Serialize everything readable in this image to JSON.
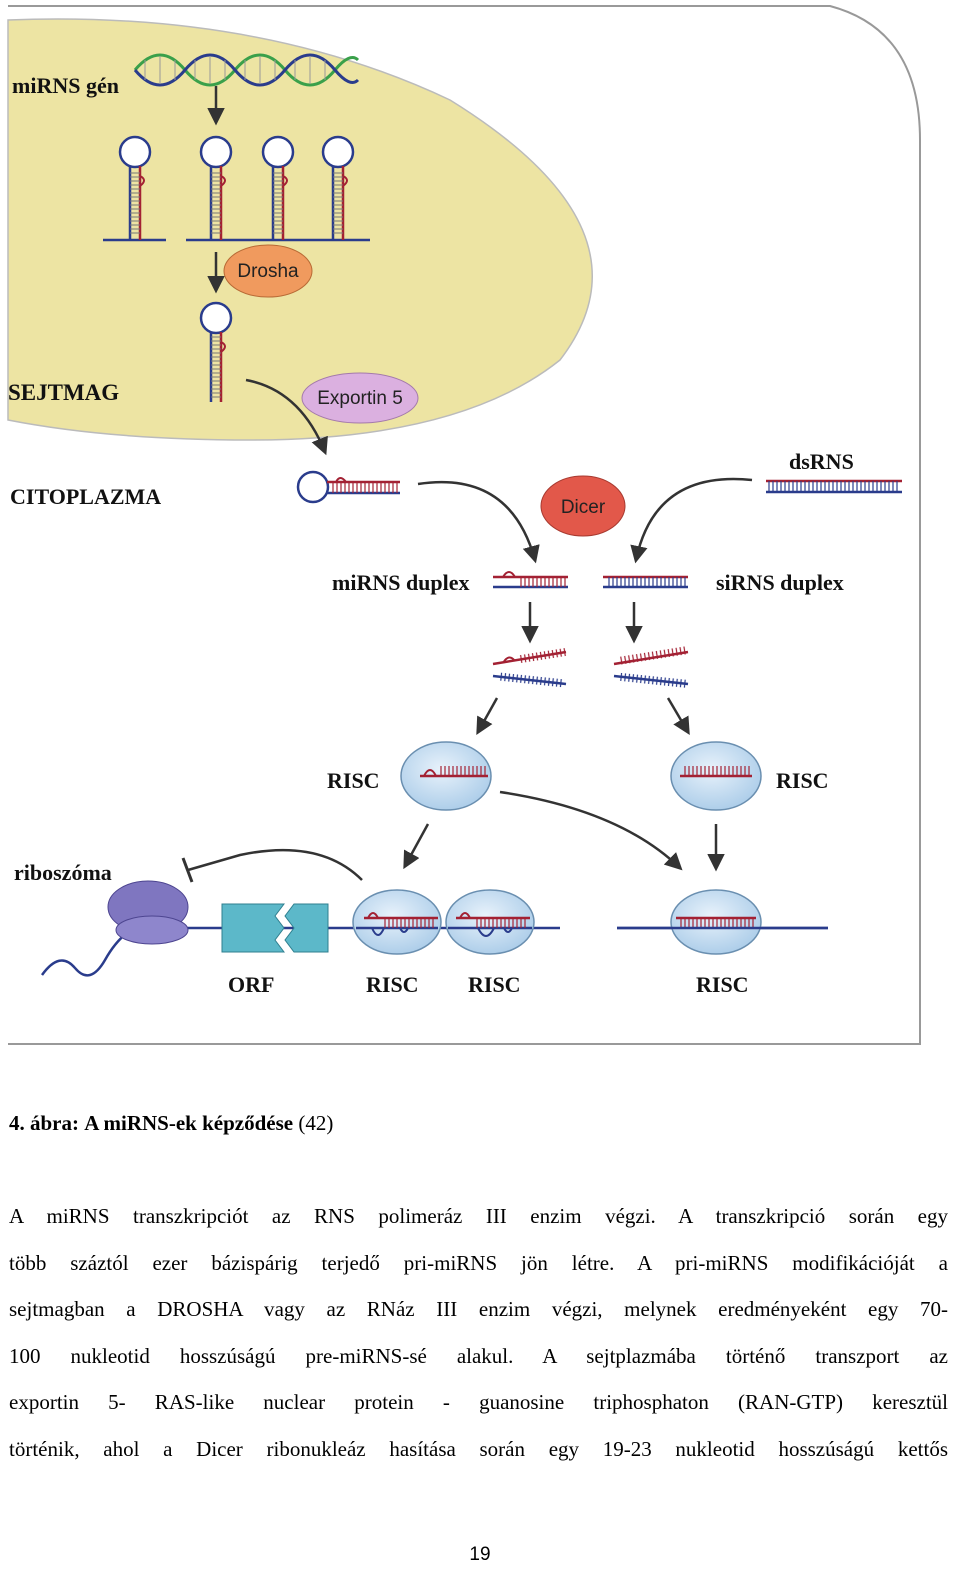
{
  "figure": {
    "labels": {
      "mirns_gen": "miRNS gén",
      "sejtmag": "SEJTMAG",
      "citoplazma": "CITOPLAZMA",
      "drosha": "Drosha",
      "exportin": "Exportin 5",
      "dicer": "Dicer",
      "dsrns": "dsRNS",
      "mirns_duplex": "miRNS duplex",
      "sirns_duplex": "siRNS duplex",
      "risc": "RISC",
      "riboszoma": "riboszóma",
      "orf": "ORF"
    },
    "colors": {
      "nucleus_fill": "#ede4a3",
      "drosha_fill": "#f09a5e",
      "exportin_fill": "#dbb0e0",
      "dicer_fill": "#e2584a",
      "risc_fill": "#c5ddf1",
      "ribosome_fill": "#7f76c0",
      "orf_fill": "#5cb8c9",
      "rna_red": "#a32133",
      "rna_blue": "#2a3c8c"
    }
  },
  "caption": {
    "number": "4. ábra:",
    "title": "A miRNS-ek képződése",
    "ref": "(42)"
  },
  "body": {
    "lines": [
      "A miRNS transzkripciót az RNS polimeráz III enzim végzi. A transzkripció során egy",
      "több száztól ezer bázispárig terjedő pri-miRNS jön létre. A pri-miRNS modifikációját a",
      "sejtmagban a DROSHA vagy az RNáz III enzim végzi, melynek eredményeként egy 70-",
      "100 nukleotid hosszúságú pre-miRNS-sé alakul. A sejtplazmába történő transzport az",
      "exportin 5- RAS-like nuclear protein - guanosine triphosphaton (RAN-GTP) keresztül",
      "történik, ahol a Dicer ribonukleáz hasítása során egy 19-23 nukleotid hosszúságú kettős"
    ]
  },
  "page_number": "19"
}
